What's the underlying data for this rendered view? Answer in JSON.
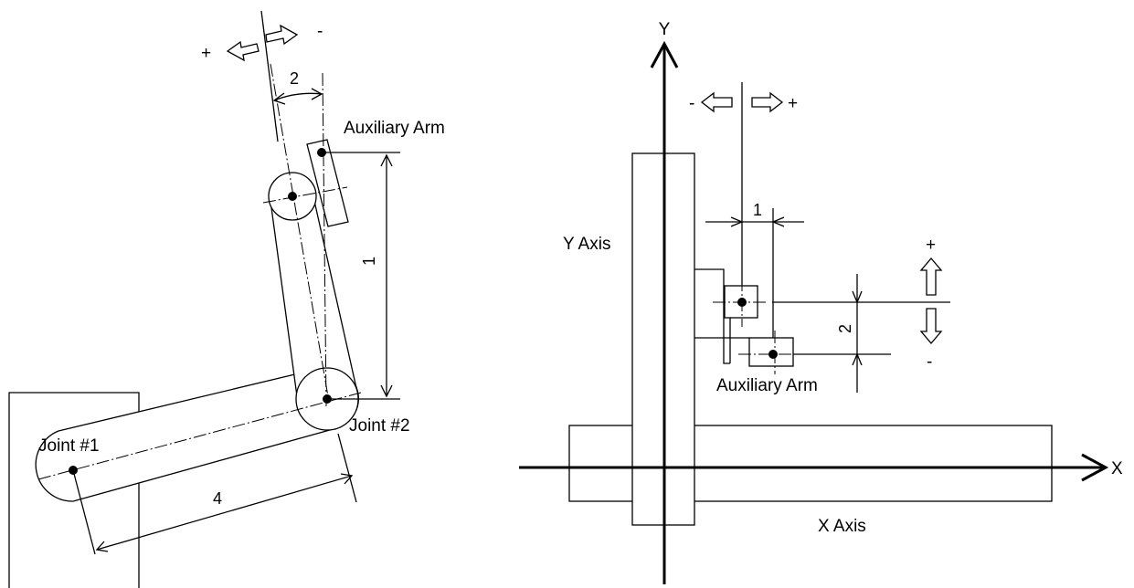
{
  "left_diagram": {
    "sign_plus": "+",
    "sign_minus": "-",
    "dim_1": "1",
    "dim_2": "2",
    "dim_4": "4",
    "auxiliary_arm": "Auxiliary Arm",
    "joint_1": "Joint #1",
    "joint_2": "Joint #2"
  },
  "right_diagram": {
    "y_label": "Y",
    "x_label": "X",
    "y_axis": "Y Axis",
    "x_axis": "X Axis",
    "auxiliary_arm": "Auxiliary Arm",
    "dim_1": "1",
    "dim_2": "2",
    "sign_minus_h": "-",
    "sign_plus_h": "+",
    "sign_plus_v": "+",
    "sign_minus_v": "-"
  }
}
